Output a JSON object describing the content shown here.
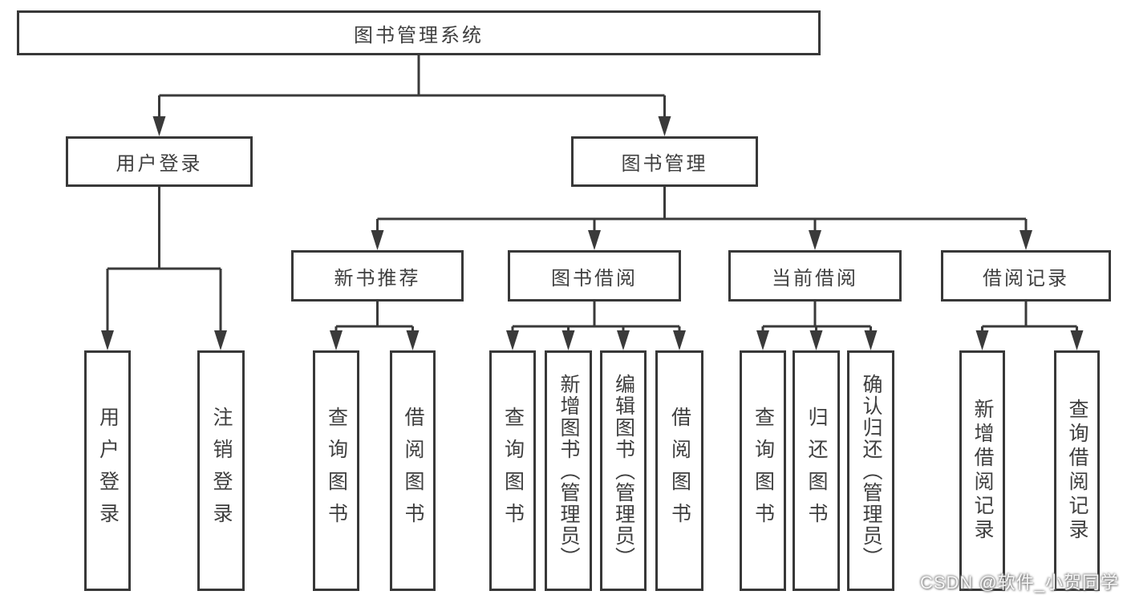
{
  "diagram": {
    "root": {
      "label": "图书管理系统"
    },
    "level2": {
      "user_login": {
        "label": "用户登录"
      },
      "book_mgmt": {
        "label": "图书管理"
      }
    },
    "level3": {
      "new_book": {
        "label": "新书推荐"
      },
      "book_borrow": {
        "label": "图书借阅"
      },
      "current_borrow": {
        "label": "当前借阅"
      },
      "borrow_record": {
        "label": "借阅记录"
      }
    },
    "leaves": {
      "user_login": {
        "label": "用户登录"
      },
      "logout": {
        "label": "注销登录"
      },
      "rec_query": {
        "label": "查询图书"
      },
      "rec_borrow": {
        "label": "借阅图书"
      },
      "bb_query": {
        "label": "查询图书"
      },
      "bb_add": {
        "label": "新增图书（管理员）"
      },
      "bb_edit": {
        "label": "编辑图书（管理员）"
      },
      "bb_borrow": {
        "label": "借阅图书"
      },
      "cb_query": {
        "label": "查询图书"
      },
      "cb_return": {
        "label": "归还图书"
      },
      "cb_confirm": {
        "label": "确认归还（管理员）"
      },
      "br_add": {
        "label": "新增借阅记录"
      },
      "br_query": {
        "label": "查询借阅记录"
      }
    },
    "colors": {
      "line": "#3a3a3a",
      "text": "#3f3f3f",
      "background": "#ffffff"
    }
  },
  "watermark": {
    "text": "CSDN @软件_小贺同学"
  }
}
